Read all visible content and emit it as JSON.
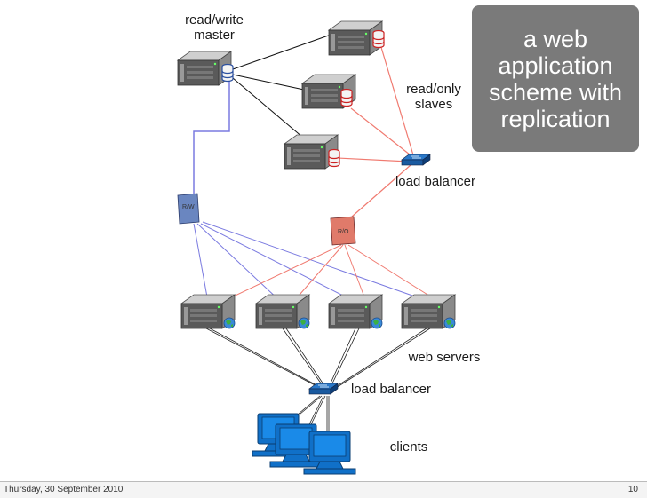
{
  "title": "a web\napplication\nscheme with\nreplication",
  "labels": {
    "master": "read/write\nmaster",
    "slaves": "read/only\nslaves",
    "db_load_balancer": "load balancer",
    "web_servers": "web servers",
    "web_load_balancer": "load balancer",
    "clients": "clients"
  },
  "config_docs": {
    "rw": "R/W",
    "ro": "R/O"
  },
  "slide_number": "10",
  "footer": {
    "date": "Thursday, 30 September 2010",
    "page": "10"
  },
  "colors": {
    "replication_arrow": "#111111",
    "rw_connection": "#7a7ae0",
    "ro_connection": "#f07a70",
    "client_link": "#222222",
    "rw_doc": "#6a86c0",
    "ro_doc": "#e07a6a",
    "client_screen": "#1070c8"
  },
  "icons": {
    "db_server": "server-db-icon",
    "web_server": "server-globe-icon",
    "switch": "network-switch-icon",
    "client": "desktop-computer-icon",
    "doc": "config-document-icon"
  }
}
